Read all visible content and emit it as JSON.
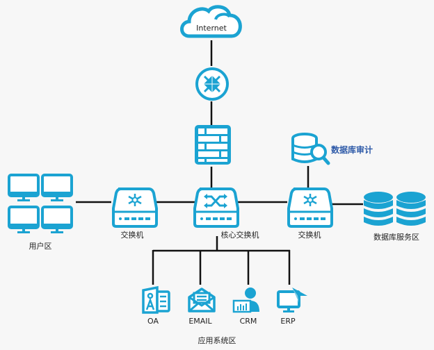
{
  "diagram": {
    "title": "Network topology",
    "colors": {
      "icon": "#1ba3d2",
      "line": "#111111",
      "audit_label": "#2e5aa8",
      "background": "#f7f7f7"
    },
    "nodes": {
      "internet": {
        "label": "Internet",
        "icon": "cloud-icon"
      },
      "router": {
        "label": "",
        "icon": "router-icon"
      },
      "firewall": {
        "label": "",
        "icon": "firewall-icon"
      },
      "core_switch": {
        "label": "核心交换机",
        "icon": "core-switch-icon"
      },
      "left_switch": {
        "label": "交换机",
        "icon": "switch-icon"
      },
      "right_switch": {
        "label": "交换机",
        "icon": "switch-icon"
      },
      "user_zone": {
        "label": "用户区",
        "icon": "monitor-icon"
      },
      "db_audit": {
        "label": "数据库审计",
        "icon": "database-search-icon"
      },
      "db_service_zone": {
        "label": "数据库服务区",
        "icon": "database-icon"
      },
      "app_zone": {
        "label": "应用系统区"
      },
      "apps": [
        {
          "label": "OA",
          "icon": "contact-card-icon"
        },
        {
          "label": "EMAIL",
          "icon": "envelope-icon"
        },
        {
          "label": "CRM",
          "icon": "user-chart-icon"
        },
        {
          "label": "ERP",
          "icon": "monitor-send-icon"
        }
      ]
    },
    "edges": [
      [
        "internet",
        "router"
      ],
      [
        "router",
        "firewall"
      ],
      [
        "firewall",
        "core_switch"
      ],
      [
        "left_switch",
        "core_switch"
      ],
      [
        "core_switch",
        "right_switch"
      ],
      [
        "user_zone",
        "left_switch"
      ],
      [
        "db_audit",
        "right_switch"
      ],
      [
        "right_switch",
        "db_service_zone"
      ],
      [
        "core_switch",
        "OA"
      ],
      [
        "core_switch",
        "EMAIL"
      ],
      [
        "core_switch",
        "CRM"
      ],
      [
        "core_switch",
        "ERP"
      ]
    ]
  }
}
